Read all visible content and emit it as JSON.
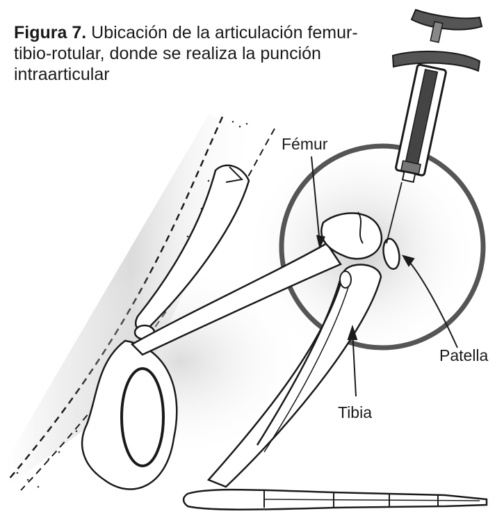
{
  "caption": {
    "figure_label": "Figura 7.",
    "text": "Ubicación de la articulación femur-tibio-rotular, donde se realiza la punción intraarticular"
  },
  "labels": {
    "femur": "Fémur",
    "patella": "Patella",
    "tibia": "Tibia"
  },
  "colors": {
    "ink": "#1a1a1a",
    "shading": "#9a9a9a",
    "ring": "#555555"
  }
}
